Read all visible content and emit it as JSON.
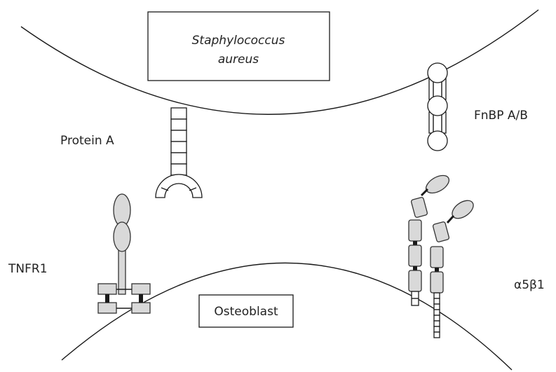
{
  "bacterium": {
    "name_line1": "Staphylococcus",
    "name_line2": "aureus"
  },
  "host_cell": {
    "name": "Osteoblast"
  },
  "bacterial_proteins": {
    "protein_a": "Protein A",
    "fnbp": "FnBP A/B"
  },
  "host_receptors": {
    "tnfr1": "TNFR1",
    "integrin": "α5β1"
  },
  "colors": {
    "line": "#1a1a1a",
    "receptor_fill": "#d9d9d9",
    "background": "#ffffff"
  }
}
